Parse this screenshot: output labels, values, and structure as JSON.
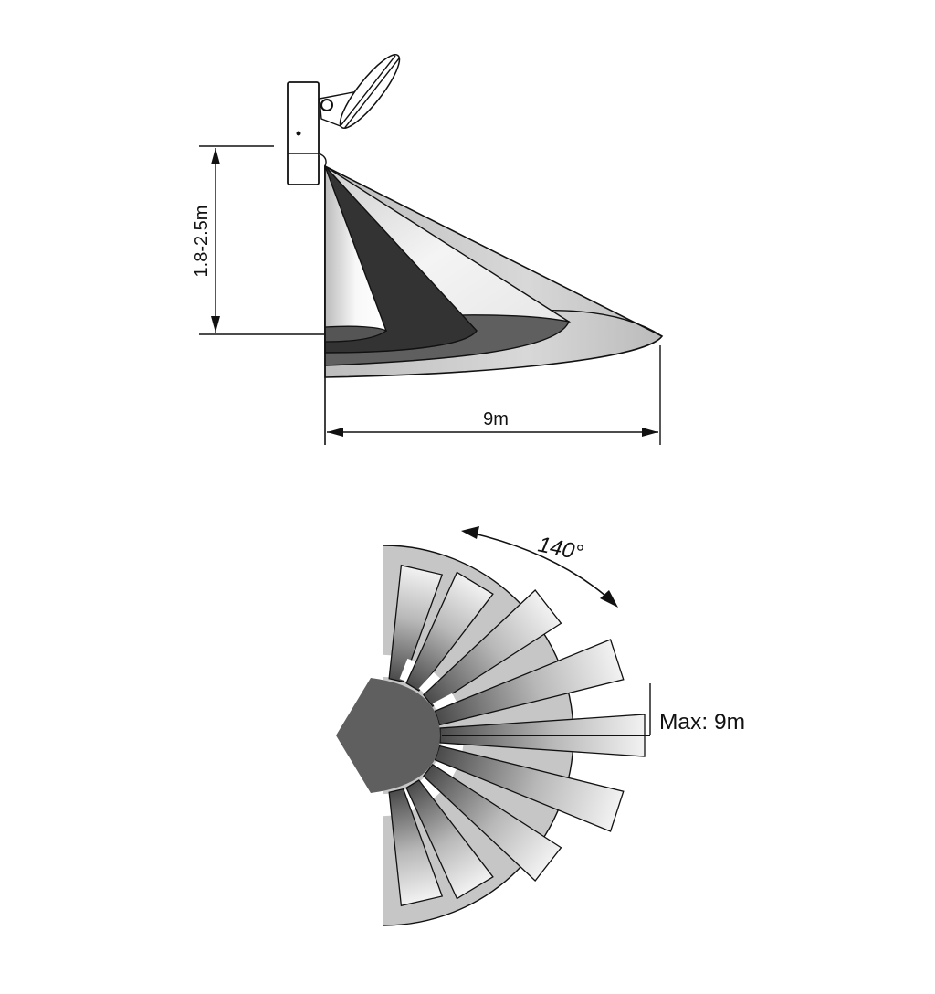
{
  "side_view": {
    "height_label": "1.8-2.5m",
    "distance_label": "9m"
  },
  "top_view": {
    "angle_label": "140°",
    "max_label": "Max: 9m",
    "beam_angles_deg": [
      -77,
      -59,
      -38,
      -18,
      0,
      18,
      38,
      59,
      77
    ],
    "beam_relative_lengths": [
      0.65,
      0.68,
      0.8,
      0.94,
      1.0,
      0.94,
      0.8,
      0.68,
      0.65
    ]
  },
  "colors": {
    "outline": "#111111",
    "dark": "#333333",
    "mid": "#5f5f5f",
    "light": "#c4c4c4",
    "pale": "#ececec"
  }
}
